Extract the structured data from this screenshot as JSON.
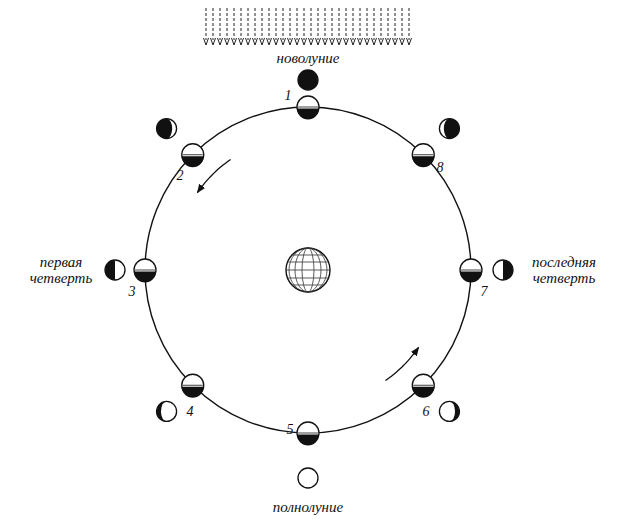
{
  "diagram": {
    "labels": [
      "новолуние",
      "1",
      "2",
      "8",
      "первая четверть",
      "3",
      "7",
      "последняя четверть",
      "4",
      "6",
      "5",
      "полнолуние"
    ]
  }
}
